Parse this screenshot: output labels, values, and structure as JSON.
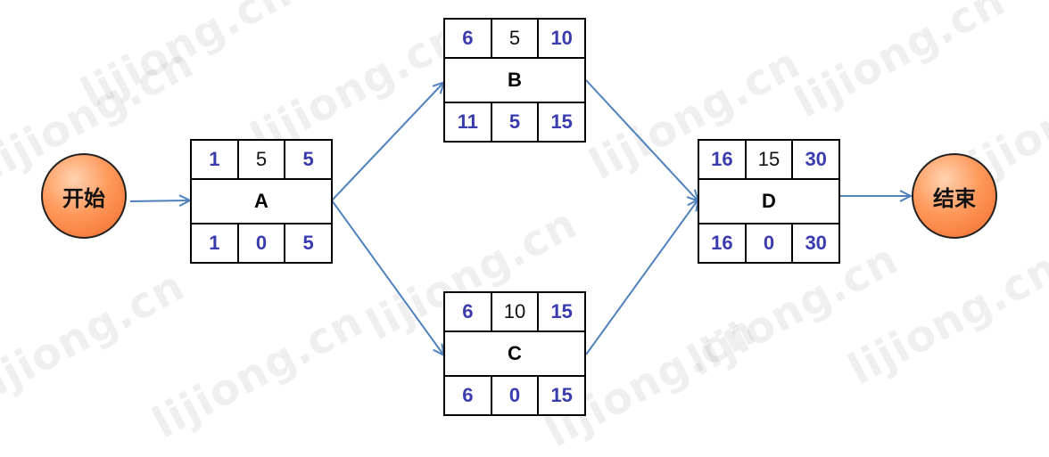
{
  "watermark": "lijiong.cn",
  "colors": {
    "edge": "#4f81bd",
    "value_blue": "#3b3bb0",
    "circle_fill": "#ff8c4a"
  },
  "start": {
    "label": "开始"
  },
  "end": {
    "label": "结束"
  },
  "nodes": {
    "A": {
      "name": "A",
      "es": "1",
      "dur": "5",
      "ef": "5",
      "ls": "1",
      "tf": "0",
      "lf": "5"
    },
    "B": {
      "name": "B",
      "es": "6",
      "dur": "5",
      "ef": "10",
      "ls": "11",
      "tf": "5",
      "lf": "15"
    },
    "C": {
      "name": "C",
      "es": "6",
      "dur": "10",
      "ef": "15",
      "ls": "6",
      "tf": "0",
      "lf": "15"
    },
    "D": {
      "name": "D",
      "es": "16",
      "dur": "15",
      "ef": "30",
      "ls": "16",
      "tf": "0",
      "lf": "30"
    }
  },
  "edges": [
    [
      "start",
      "A"
    ],
    [
      "A",
      "B"
    ],
    [
      "A",
      "C"
    ],
    [
      "B",
      "D"
    ],
    [
      "C",
      "D"
    ],
    [
      "D",
      "end"
    ]
  ]
}
